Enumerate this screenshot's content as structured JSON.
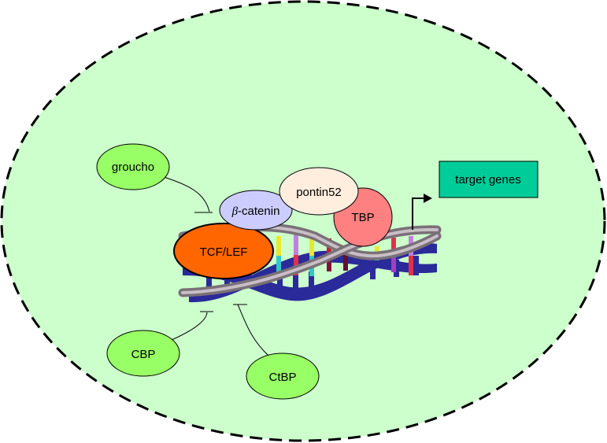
{
  "diagram": {
    "title": "Wnt/beta-catenin nuclear transcription complex",
    "colors": {
      "nucleus_fill": "#ccffcc",
      "nucleus_border": "#000000",
      "repressor_fill": "#99ff66",
      "beta_catenin_fill": "#ccccff",
      "pontin52_fill": "#ffeedd",
      "tbp_fill": "#ff8080",
      "tcf_lef_fill": "#ff6600",
      "target_genes_fill": "#00cc99",
      "dna_backbone": "#9a8f96",
      "dna_shadow": "#2a2a9a"
    },
    "nodes": {
      "groucho": "groucho",
      "beta_catenin_symbol": "β",
      "beta_catenin_rest": "-catenin",
      "pontin52": "pontin52",
      "tbp": "TBP",
      "tcf_lef": "TCF/LEF",
      "target_genes": "target genes",
      "cbp": "CBP",
      "ctbp": "CtBP"
    },
    "edges": [
      {
        "from": "groucho",
        "to": "beta-catenin",
        "type": "inhibition"
      },
      {
        "from": "CBP",
        "to": "TCF/LEF",
        "type": "inhibition"
      },
      {
        "from": "CtBP",
        "to": "TCF/LEF",
        "type": "inhibition"
      },
      {
        "from": "TBP",
        "to": "target genes",
        "type": "activation"
      }
    ]
  }
}
